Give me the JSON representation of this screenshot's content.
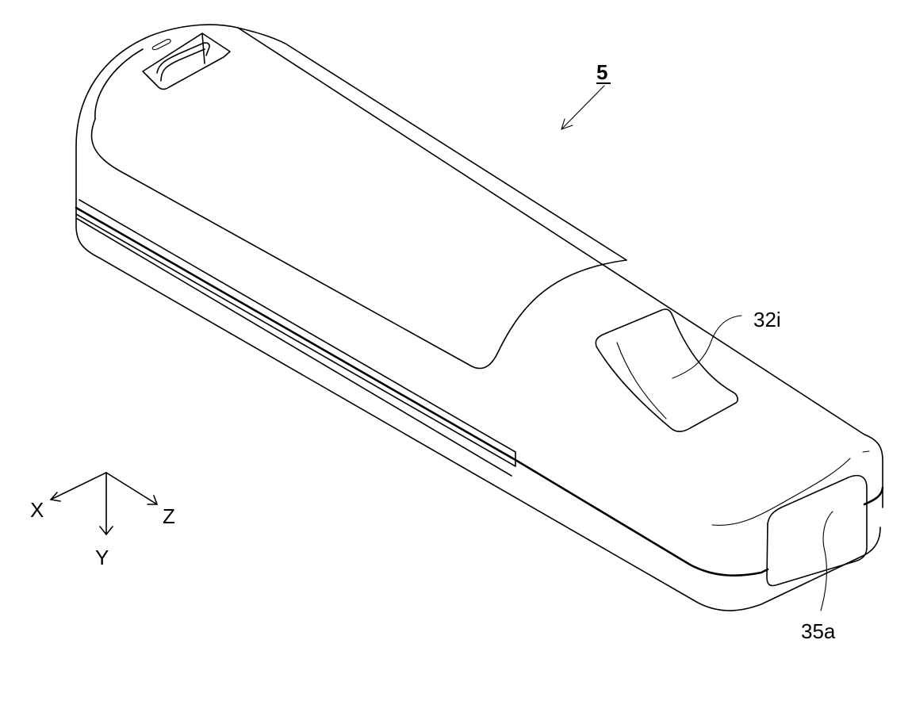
{
  "figure": {
    "reference_number": "5",
    "callouts": [
      {
        "id": "32i",
        "label": "32i"
      },
      {
        "id": "35a",
        "label": "35a"
      }
    ],
    "axes": {
      "x_label": "X",
      "y_label": "Y",
      "z_label": "Z"
    }
  },
  "colors": {
    "line": "#000000",
    "background": "#ffffff"
  }
}
